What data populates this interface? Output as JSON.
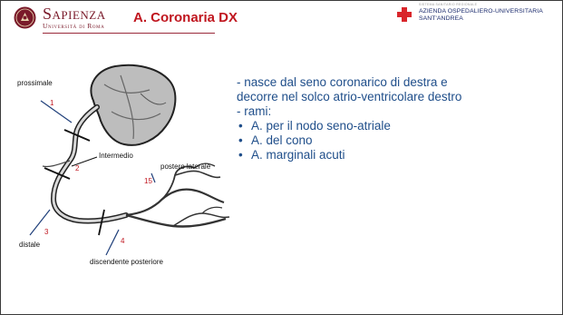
{
  "header": {
    "logo_main": "Sapienza",
    "logo_sub": "Università di Roma",
    "title": "A. Coronaria DX",
    "hospital_tag": "SISTEMA SANITARIO REGIONALE",
    "hospital_line1": "AZIENDA OSPEDALIERO-UNIVERSITARIA",
    "hospital_line2": "SANT'ANDREA",
    "accent_color": "#c0161f",
    "brand_color": "#7a1a2a",
    "hospital_color": "#1a2a6c"
  },
  "figure": {
    "labels": {
      "prossimale": "prossimale",
      "intermedio": "Intermedio",
      "postero_laterale": "postero laterale",
      "distale": "distale",
      "discendente_posteriore": "discendente posteriore"
    },
    "numbers": {
      "n1": "1",
      "n2": "2",
      "n3": "3",
      "n4": "4",
      "n15": "15"
    }
  },
  "content": {
    "line1": "- nasce dal seno coronarico di destra e",
    "line2": "decorre nel solco atrio-ventricolare destro",
    "line3": "- rami:",
    "bullets": [
      "A. per il nodo seno-atriale",
      "A. del cono",
      "A. marginali acuti"
    ],
    "text_color": "#1f4e8a"
  }
}
